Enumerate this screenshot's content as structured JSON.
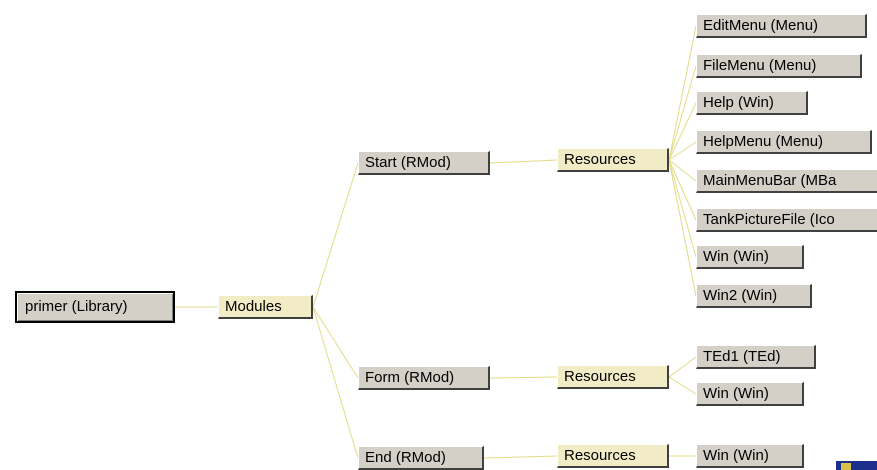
{
  "colors": {
    "node_gray": "#d4d0c8",
    "node_tan": "#f1ebc6",
    "connector": "#e2dc86"
  },
  "tree": {
    "root": "primer (Library)",
    "modules": "Modules",
    "start": {
      "label": "Start (RMod)",
      "resources": "Resources",
      "items": [
        "EditMenu (Menu)",
        "FileMenu (Menu)",
        "Help (Win)",
        "HelpMenu (Menu)",
        "MainMenuBar (MBa",
        "TankPictureFile (Ico",
        "Win (Win)",
        "Win2 (Win)"
      ]
    },
    "form": {
      "label": "Form (RMod)",
      "resources": "Resources",
      "items": [
        "TEd1 (TEd)",
        "Win (Win)"
      ]
    },
    "end": {
      "label": "End (RMod)",
      "resources": "Resources",
      "items": [
        "Win (Win)"
      ]
    }
  },
  "corner_icon": "window-app-icon"
}
